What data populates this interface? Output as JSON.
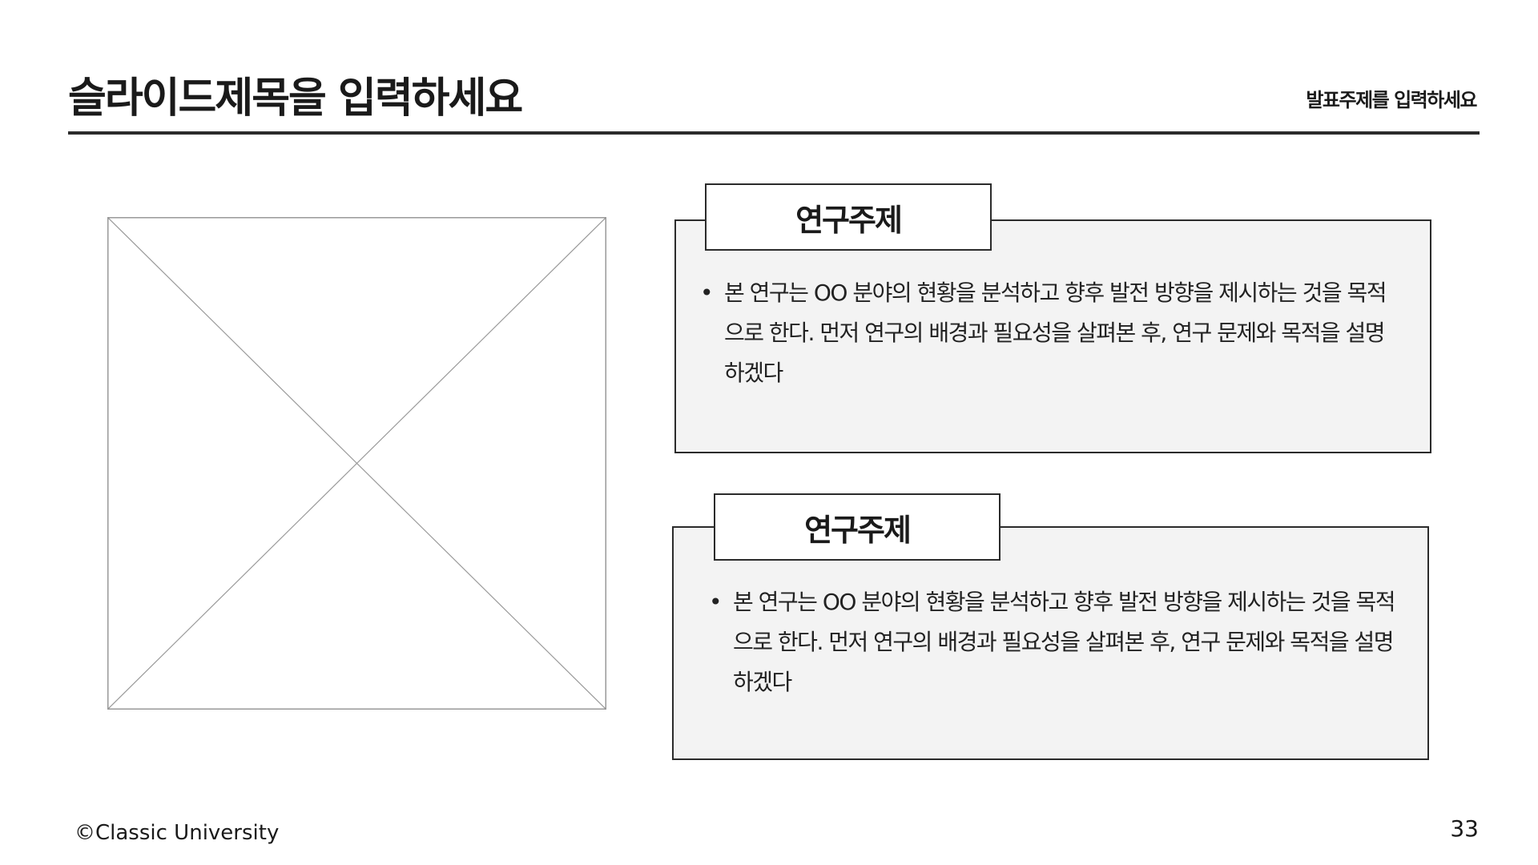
{
  "header": {
    "title": "슬라이드제목을 입력하세요",
    "subtitle": "발표주제를 입력하세요"
  },
  "cards": [
    {
      "tab_label": "연구주제",
      "bullet": "•",
      "text": "본 연구는 OO 분야의 현황을 분석하고 향후 발전 방향을 제시하는 것을 목적으로 한다. 먼저 연구의 배경과 필요성을 살펴본 후, 연구 문제와 목적을 설명하겠다"
    },
    {
      "tab_label": "연구주제",
      "bullet": "•",
      "text": "본 연구는 OO 분야의 현황을 분석하고 향후 발전 방향을 제시하는 것을 목적으로 한다. 먼저 연구의 배경과 필요성을 살펴본 후, 연구 문제와 목적을 설명하겠다"
    }
  ],
  "footer": {
    "copyright": "©Classic University",
    "page_number": "33"
  },
  "colors": {
    "rule": "#2b2b2b",
    "card_fill": "#f3f3f3",
    "placeholder_stroke": "#999999"
  }
}
